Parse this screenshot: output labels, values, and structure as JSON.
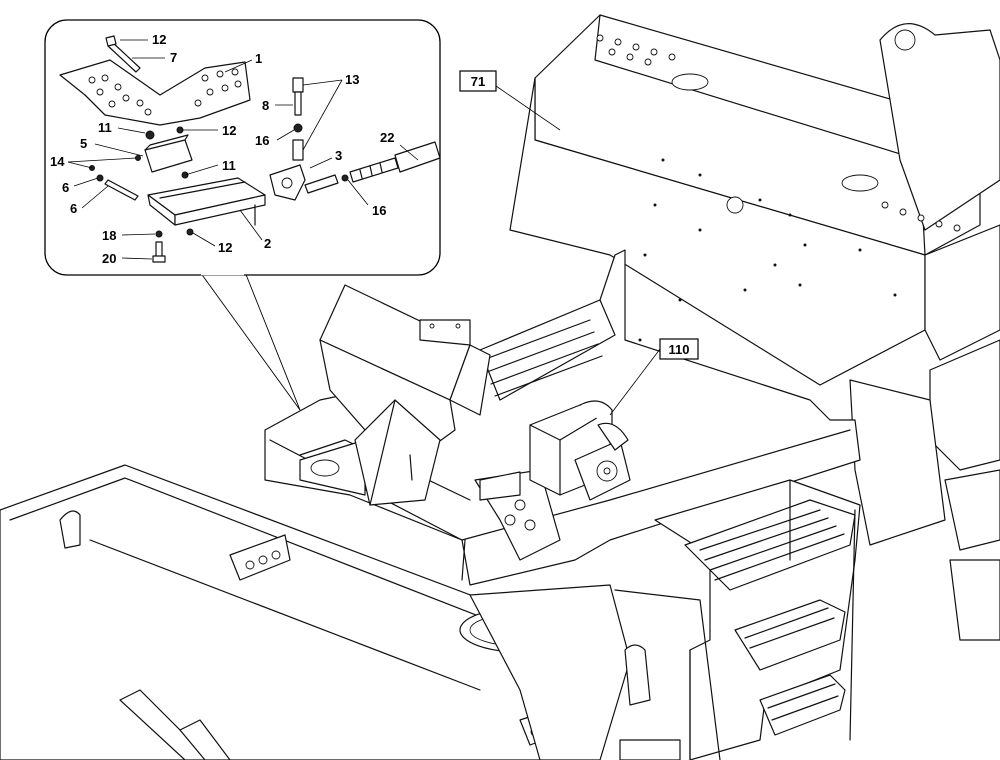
{
  "detail_callouts": [
    "12",
    "7",
    "1",
    "13",
    "8",
    "16",
    "3",
    "22",
    "11",
    "12",
    "5",
    "14",
    "11",
    "6",
    "6",
    "16",
    "18",
    "12",
    "2",
    "20"
  ],
  "main_callouts": [
    "71",
    "110"
  ]
}
